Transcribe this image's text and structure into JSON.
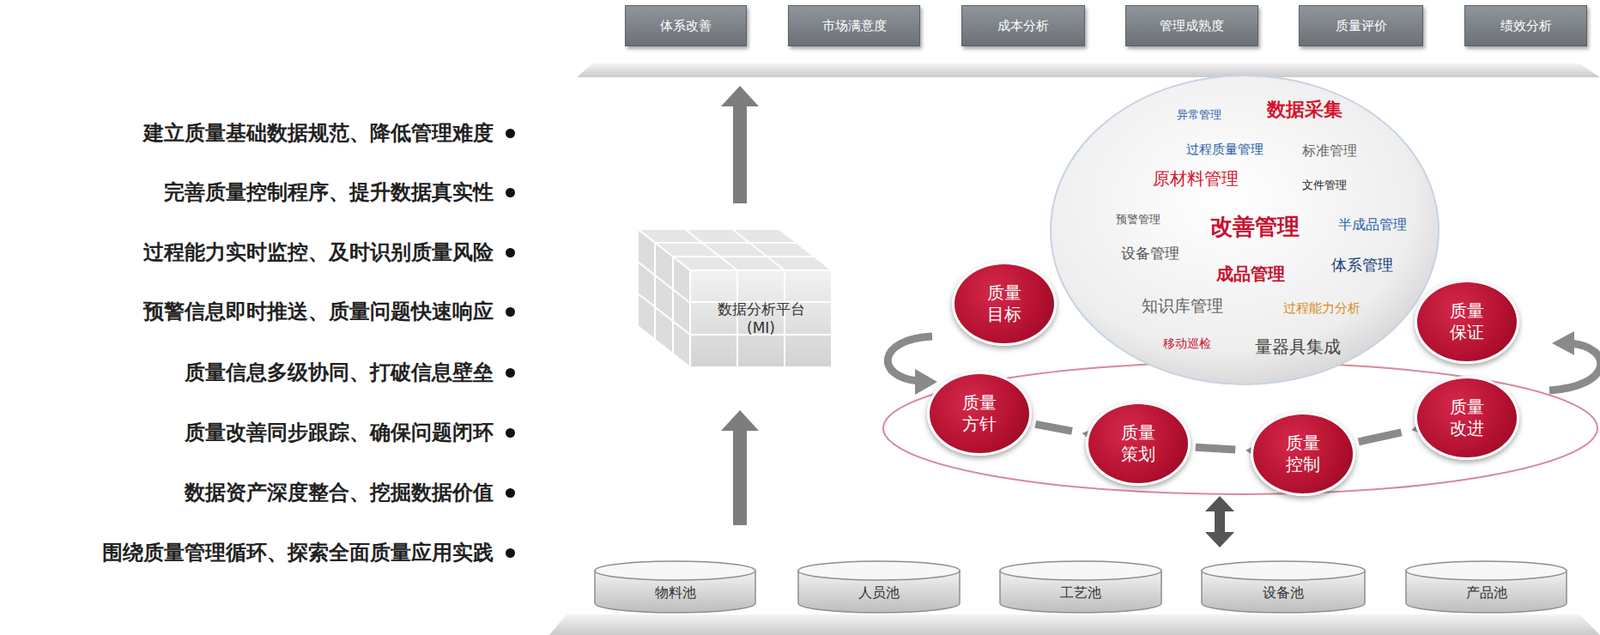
{
  "diagram": {
    "nodes": [
      {
        "text": [
          "体系改善"
        ]
      },
      {
        "text": [
          "市场满意度"
        ]
      },
      {
        "text": [
          "成本分析"
        ]
      },
      {
        "text": [
          "管理成熟度"
        ]
      },
      {
        "text": [
          "质量评价"
        ]
      },
      {
        "text": [
          "绩效分析"
        ]
      },
      {
        "text": [
          "数据分析平台 (MI)"
        ]
      },
      {
        "text": [
          "质量 目标"
        ]
      },
      {
        "text": [
          "质量 方针"
        ]
      },
      {
        "text": [
          "质量 策划"
        ]
      },
      {
        "text": [
          "质量 控制"
        ]
      },
      {
        "text": [
          "质量 改进"
        ]
      },
      {
        "text": [
          "质量 保证"
        ]
      },
      {
        "text": [
          "物料池"
        ]
      },
      {
        "text": [
          "人员池"
        ]
      },
      {
        "text": [
          "工艺池"
        ]
      },
      {
        "text": [
          "设备池"
        ]
      },
      {
        "text": [
          "产品池"
        ]
      }
    ],
    "edges": [
      {
        "from": 8,
        "to": 9,
        "arrow": "to"
      },
      {
        "from": 9,
        "to": 10,
        "arrow": "to"
      },
      {
        "from": 10,
        "to": 11,
        "arrow": "to"
      }
    ],
    "labels": [
      "建立质量基础数据规范、降低管理难度",
      "完善质量控制程序、提升数据真实性",
      "过程能力实时监控、及时识别质量风险",
      "预警信息即时推送、质量问题快速响应",
      "质量信息多级协同、打破信息壁垒",
      "质量改善同步跟踪、确保问题闭环",
      "数据资产深度整合、挖掘数据价值",
      "围绕质量管理循环、探索全面质量应用实践",
      "异常管理",
      "数据采集",
      "过程质量管理",
      "标准管理",
      "原材料管理",
      "文件管理",
      "预警管理",
      "改善管理",
      "半成品管理",
      "设备管理",
      "成品管理",
      "体系管理",
      "知识库管理",
      "过程能力分析",
      "移动巡检",
      "量器具集成"
    ]
  }
}
